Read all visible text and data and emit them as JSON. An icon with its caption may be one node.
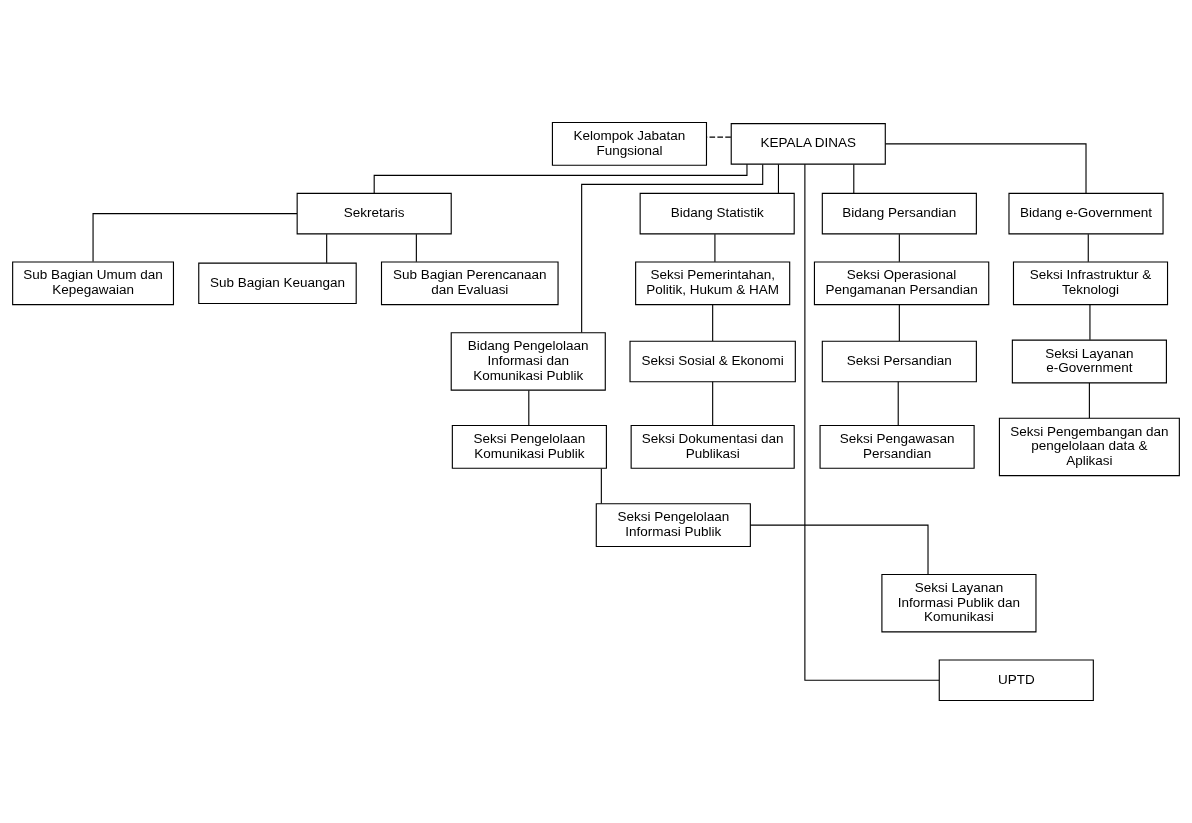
{
  "diagram": {
    "nodes": [
      {
        "text": [
          "KEPALA DINAS"
        ]
      },
      {
        "text": [
          "Kelompok Jabatan Fungsional"
        ]
      },
      {
        "text": [
          "Sekretaris"
        ]
      },
      {
        "text": [
          "Sub Bagian Umum dan Kepegawaian"
        ]
      },
      {
        "text": [
          "Sub Bagian Keuangan"
        ]
      },
      {
        "text": [
          "Sub Bagian Perencanaan dan Evaluasi"
        ]
      },
      {
        "text": [
          "Bidang Pengelolaan Informasi dan Komunikasi Publik"
        ]
      },
      {
        "text": [
          "Seksi Pengelolaan Komunikasi Publik"
        ]
      },
      {
        "text": [
          "Seksi Pengelolaan Informasi Publik"
        ]
      },
      {
        "text": [
          "Seksi Layanan Informasi Publik dan Komunikasi"
        ]
      },
      {
        "text": [
          "Bidang Statistik"
        ]
      },
      {
        "text": [
          "Seksi Pemerintahan, Politik, Hukum & HAM"
        ]
      },
      {
        "text": [
          "Seksi Sosial & Ekonomi"
        ]
      },
      {
        "text": [
          "Seksi Dokumentasi dan Publikasi"
        ]
      },
      {
        "text": [
          "Bidang Persandian"
        ]
      },
      {
        "text": [
          "Seksi Operasional Pengamanan Persandian"
        ]
      },
      {
        "text": [
          "Seksi Persandian"
        ]
      },
      {
        "text": [
          "Seksi Pengawasan Persandian"
        ]
      },
      {
        "text": [
          "Bidang e-Government"
        ]
      },
      {
        "text": [
          "Seksi Infrastruktur & Teknologi"
        ]
      },
      {
        "text": [
          "Seksi Layanan e-Government"
        ]
      },
      {
        "text": [
          "Seksi Pengembangan dan pengelolaan data & Aplikasi"
        ]
      },
      {
        "text": [
          "UPTD"
        ]
      }
    ],
    "edges": [
      {
        "from": 0,
        "to": 1,
        "arrow": "none",
        "style": "dashed"
      },
      {
        "from": 0,
        "to": 2,
        "arrow": "none"
      },
      {
        "from": 2,
        "to": 3,
        "arrow": "none"
      },
      {
        "from": 2,
        "to": 4,
        "arrow": "none"
      },
      {
        "from": 2,
        "to": 5,
        "arrow": "none"
      },
      {
        "from": 0,
        "to": 6,
        "arrow": "none"
      },
      {
        "from": 0,
        "to": 10,
        "arrow": "none"
      },
      {
        "from": 0,
        "to": 14,
        "arrow": "none"
      },
      {
        "from": 0,
        "to": 18,
        "arrow": "none"
      },
      {
        "from": 6,
        "to": 7,
        "arrow": "none"
      },
      {
        "from": 7,
        "to": 8,
        "arrow": "none"
      },
      {
        "from": 8,
        "to": 9,
        "arrow": "none"
      },
      {
        "from": 10,
        "to": 11,
        "arrow": "none"
      },
      {
        "from": 11,
        "to": 12,
        "arrow": "none"
      },
      {
        "from": 12,
        "to": 13,
        "arrow": "none"
      },
      {
        "from": 14,
        "to": 15,
        "arrow": "none"
      },
      {
        "from": 15,
        "to": 16,
        "arrow": "none"
      },
      {
        "from": 16,
        "to": 17,
        "arrow": "none"
      },
      {
        "from": 18,
        "to": 19,
        "arrow": "none"
      },
      {
        "from": 19,
        "to": 20,
        "arrow": "none"
      },
      {
        "from": 20,
        "to": 21,
        "arrow": "none"
      },
      {
        "from": 0,
        "to": 22,
        "arrow": "none"
      }
    ]
  }
}
